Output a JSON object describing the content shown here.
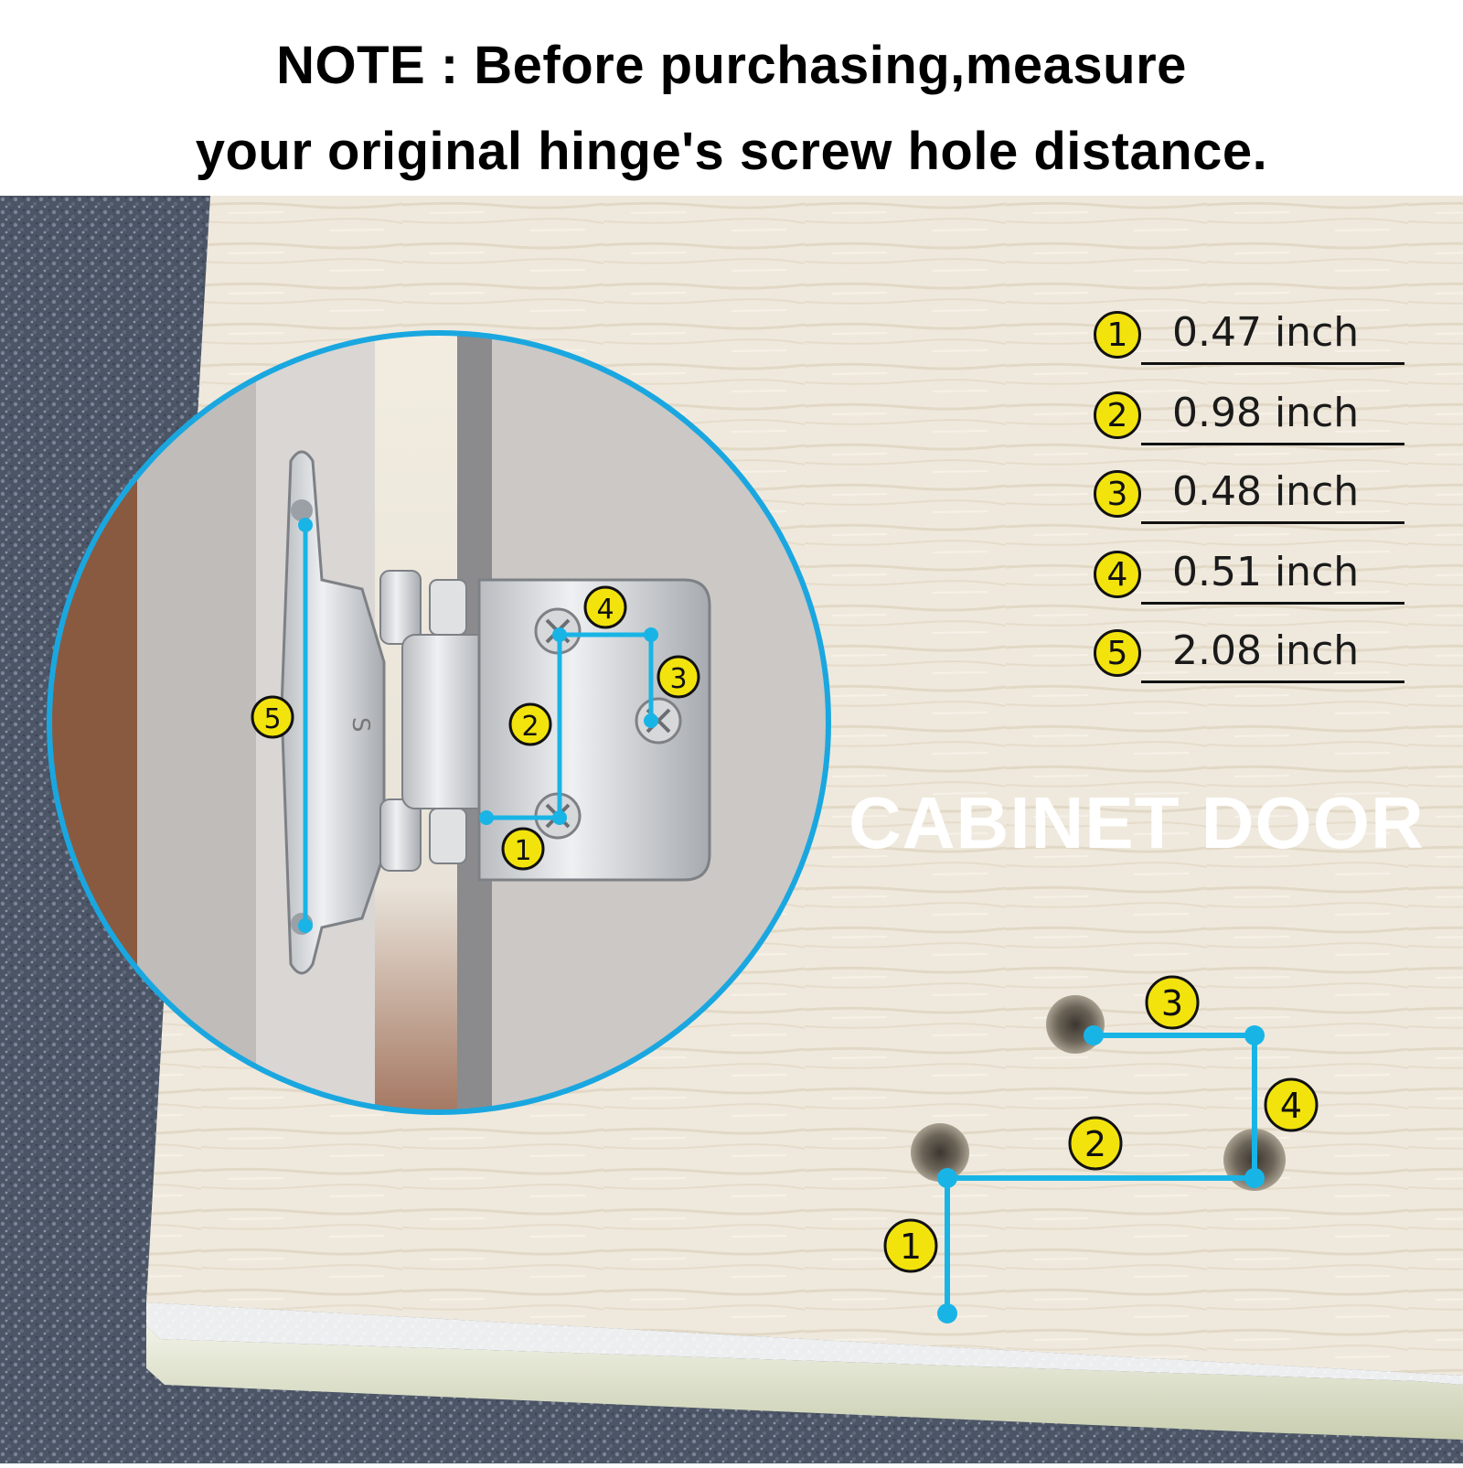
{
  "note": {
    "line1": "NOTE : Before purchasing,measure",
    "line2": "your original hinge's screw hole distance."
  },
  "legend": [
    {
      "num": "1",
      "value": "0.47 inch"
    },
    {
      "num": "2",
      "value": "0.98 inch"
    },
    {
      "num": "3",
      "value": "0.48 inch"
    },
    {
      "num": "4",
      "value": "0.51 inch"
    },
    {
      "num": "5",
      "value": "2.08 inch"
    }
  ],
  "door_label": "CABINET DOOR",
  "hinge_stamp": "S",
  "colors": {
    "measure_line": "#19b4e6",
    "badge_fill": "#f2e30c",
    "wood": "#efe9dd",
    "carpet": "#4b5566",
    "zoom_ring": "#1aa7e0"
  }
}
